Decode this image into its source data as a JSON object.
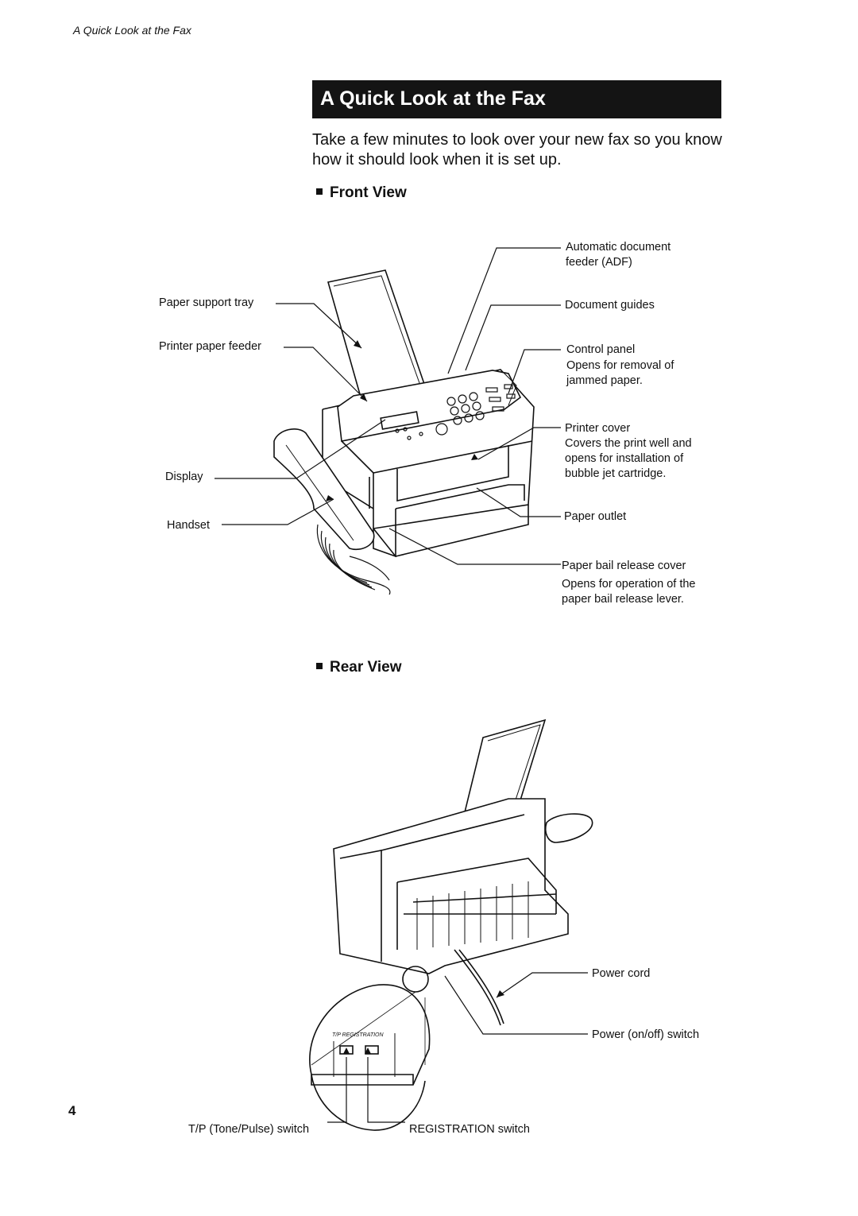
{
  "page": {
    "running_header": "A Quick Look at the Fax",
    "title": "A Quick Look at the Fax",
    "intro": "Take a few minutes to look over your new fax so you know how it should look when it is set up.",
    "page_number": "4"
  },
  "front_view": {
    "heading": "Front View",
    "labels": {
      "adf": "Automatic document\nfeeder (ADF)",
      "paper_support_tray": "Paper support tray",
      "document_guides": "Document guides",
      "printer_paper_feeder": "Printer paper feeder",
      "control_panel": "Control panel",
      "control_panel_note": "Opens for removal of\njammed paper.",
      "printer_cover": "Printer cover",
      "printer_cover_note": "Covers the print well and\nopens for installation of\nbubble jet cartridge.",
      "display": "Display",
      "handset": "Handset",
      "paper_outlet": "Paper outlet",
      "paper_bail_release_cover": "Paper bail release cover",
      "paper_bail_note": "Opens for operation of the\npaper bail release lever."
    }
  },
  "rear_view": {
    "heading": "Rear View",
    "labels": {
      "power_cord": "Power cord",
      "power_switch": "Power (on/off) switch",
      "tp_switch": "T/P (Tone/Pulse) switch",
      "registration_switch": "REGISTRATION switch"
    },
    "inset_text": "T/P  REGISTRATION"
  }
}
